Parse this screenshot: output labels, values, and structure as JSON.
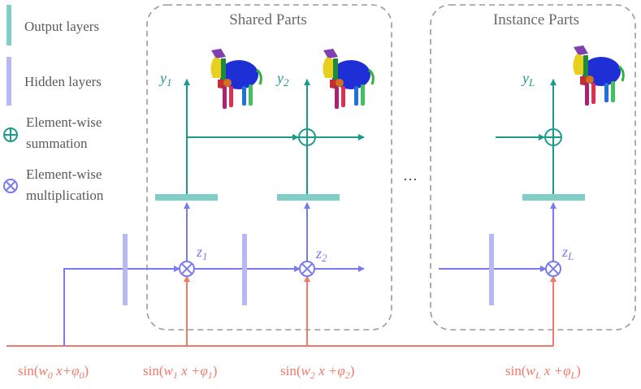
{
  "legend": {
    "output_layers": "Output layers",
    "hidden_layers": "Hidden layers",
    "sum_line1": "Element-wise",
    "sum_line2": "summation",
    "mul_line1": "Element-wise",
    "mul_line2": "multiplication"
  },
  "boxes": {
    "shared_title": "Shared Parts",
    "instance_title": "Instance Parts"
  },
  "outputs": {
    "y1": {
      "base": "y",
      "sub": "1"
    },
    "y2": {
      "base": "y",
      "sub": "2"
    },
    "yL": {
      "base": "y",
      "sub": "L"
    }
  },
  "latents": {
    "z1": {
      "base": "z",
      "sub": "1"
    },
    "z2": {
      "base": "z",
      "sub": "2"
    },
    "zL": {
      "base": "z",
      "sub": "L"
    }
  },
  "ellipsis": "…",
  "inputs": [
    {
      "pre": "sin(",
      "w": "w",
      "wsub": "0",
      "mid": " x+",
      "phi": "φ",
      "phisub": "0",
      "post": ")"
    },
    {
      "pre": "sin(",
      "w": "w",
      "wsub": "1",
      "mid": " x +",
      "phi": "φ",
      "phisub": "1",
      "post": ")"
    },
    {
      "pre": "sin(",
      "w": "w",
      "wsub": "2",
      "mid": " x +",
      "phi": "φ",
      "phisub": "2",
      "post": ")"
    },
    {
      "pre": "sin(",
      "w": "w",
      "wsub": "L",
      "mid": " x +",
      "phi": "φ",
      "phisub": "L",
      "post": ")"
    }
  ],
  "colors": {
    "teal": "#1a9a8a",
    "output_layer": "#7fcfc6",
    "hidden_layer": "#b8b8f4",
    "blue": "#7a7af0",
    "salmon": "#f07a6a",
    "box_border": "#9a9a9a"
  },
  "icons": [
    "horse-model-icon",
    "summation-icon",
    "multiplication-icon"
  ]
}
